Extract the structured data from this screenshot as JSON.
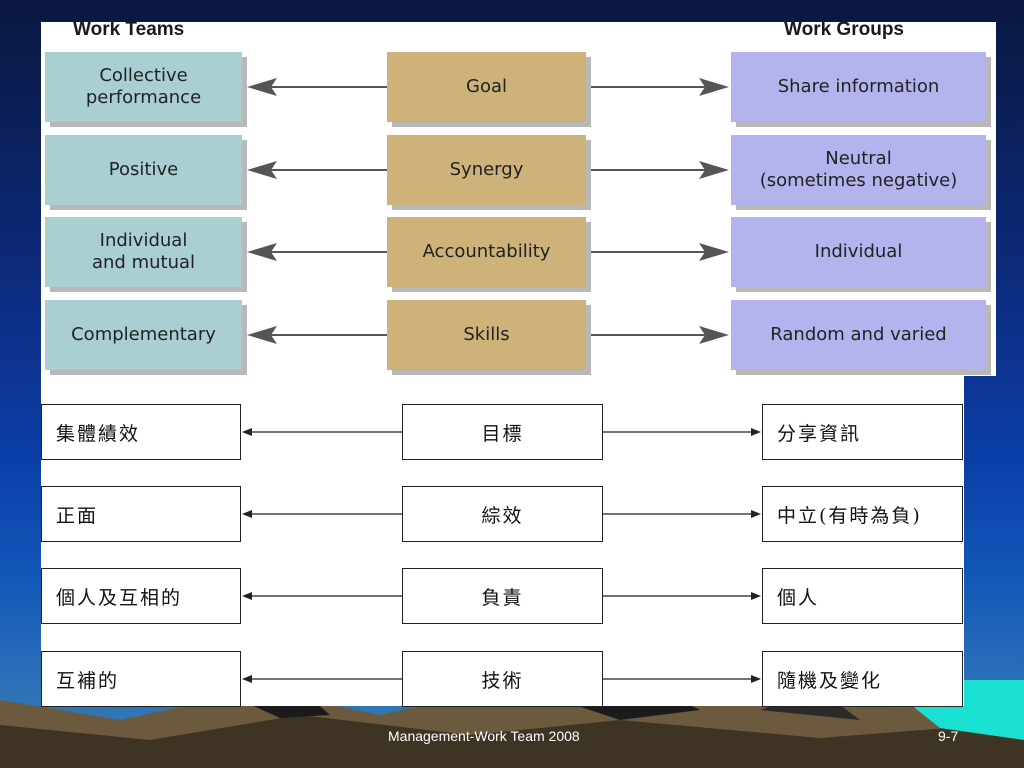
{
  "english_diagram": {
    "left_header": "Work Teams",
    "right_header": "Work Groups",
    "rows": [
      {
        "team": "Collective\nperformance",
        "dimension": "Goal",
        "group": "Share information"
      },
      {
        "team": "Positive",
        "dimension": "Synergy",
        "group": "Neutral\n(sometimes negative)"
      },
      {
        "team": "Individual\nand mutual",
        "dimension": "Accountability",
        "group": "Individual"
      },
      {
        "team": "Complementary",
        "dimension": "Skills",
        "group": "Random and varied"
      }
    ]
  },
  "chinese_diagram": {
    "rows": [
      {
        "team": "集體績效",
        "dimension": "目標",
        "group": "分享資訊"
      },
      {
        "team": "正面",
        "dimension": "綜效",
        "group": "中立(有時為負)"
      },
      {
        "team": "個人及互相的",
        "dimension": "負責",
        "group": "個人"
      },
      {
        "team": "互補的",
        "dimension": "技術",
        "group": "隨機及變化"
      }
    ]
  },
  "footer": {
    "title": "Management-Work Team  2008",
    "page": "9-7"
  },
  "colors": {
    "team_box": "#a9cfd3",
    "dimension_box": "#cdb27a",
    "group_box": "#b3b3ee"
  }
}
